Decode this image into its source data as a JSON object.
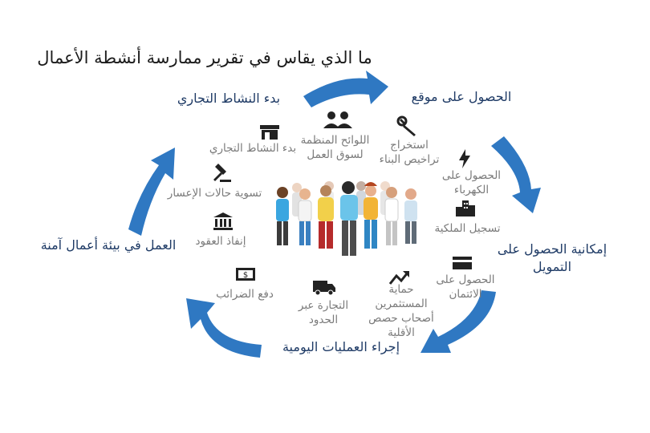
{
  "title": "ما الذي يقاس في تقرير ممارسة أنشطة الأعمال",
  "stages": {
    "starting": "بدء النشاط التجاري",
    "location": "الحصول على موقع",
    "financing": "إمكانية الحصول على التمويل",
    "daily_ops": "إجراء العمليات اليومية",
    "secure_env": "العمل في بيئة أعمال آمنة"
  },
  "indicators": {
    "start_business": "بدء النشاط التجاري",
    "labor_regulation": "اللوائح المنظمة لسوق العمل",
    "construction_permits": "استخراج تراخيص البناء",
    "electricity": "الحصول على الكهرباء",
    "registering_property": "تسجيل الملكية",
    "credit": "الحصول على الائتمان",
    "minority_investors": "حماية المستثمرين أصحاب حصص الأقلية",
    "trading_across_borders": "التجارة عبر الحدود",
    "paying_taxes": "دفع الضرائب",
    "enforcing_contracts": "إنفاذ العقود",
    "resolving_insolvency": "تسوية حالات الإعسار"
  },
  "icons": [
    "store-icon",
    "people-icon",
    "wrench-icon",
    "lightning-icon",
    "buildings-icon",
    "credit-card-icon",
    "trend-up-icon",
    "truck-icon",
    "dollar-bill-icon",
    "bank-icon",
    "gavel-icon"
  ],
  "colors": {
    "arrow": "#2f78c2",
    "stage_text": "#1f3b66",
    "indicator_text": "#7a7a7a",
    "icon": "#222222"
  }
}
